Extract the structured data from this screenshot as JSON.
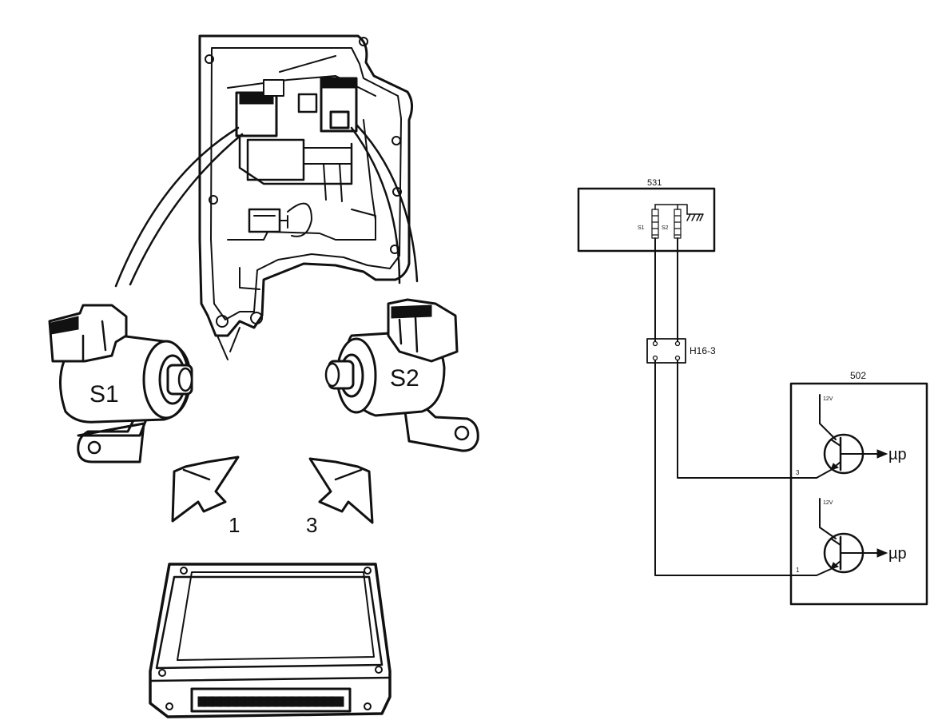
{
  "left_illustration": {
    "solenoid_1_label": "S1",
    "solenoid_2_label": "S2",
    "arrow_1_label": "1",
    "arrow_3_label": "3"
  },
  "schematic": {
    "block_531": {
      "ref": "531",
      "coil_1_label": "S1",
      "coil_2_label": "S2"
    },
    "connector": {
      "ref": "H16-3"
    },
    "block_502": {
      "ref": "502",
      "transistor_1": {
        "supply": "12V",
        "pin": "3",
        "output": "µp"
      },
      "transistor_2": {
        "supply": "12V",
        "pin": "1",
        "output": "µp"
      }
    }
  }
}
